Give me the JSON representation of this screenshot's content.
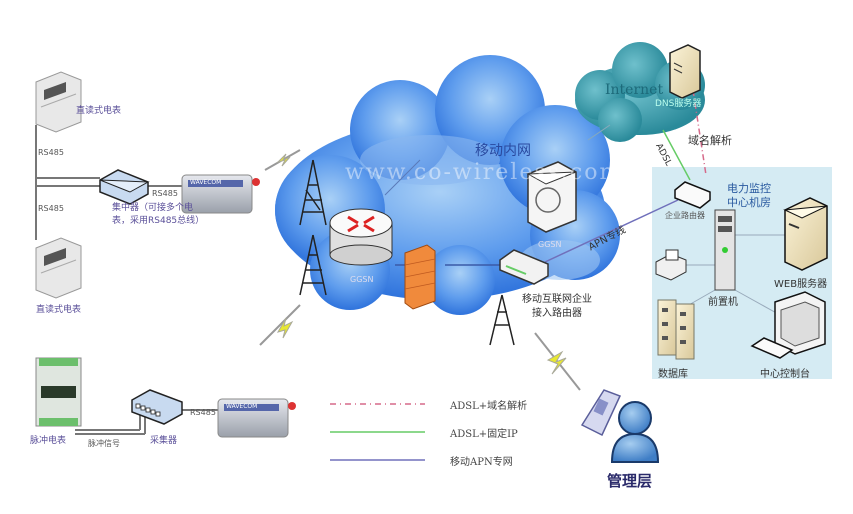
{
  "title": "远程电力抄表网络拓扑图",
  "labels": {
    "meter_top": "直读式电表",
    "meter_bottom": "直读式电表",
    "rs485_a": "RS485",
    "rs485_b": "RS485",
    "rs485_c": "RS485",
    "rs485_d": "RS485",
    "concentrator_line1": "集中器（可接多个电",
    "concentrator_line2": "表，采用RS485总线）",
    "pulse_meter": "脉冲电表",
    "pulse_signal": "脉冲信号",
    "collector": "采集器",
    "modem_brand": "WAVECOM",
    "mobile_intranet": "移动内网",
    "internet": "Internet",
    "dns_server": "DNS服务器",
    "domain_resolution": "域名解析",
    "adsl": "ADSL",
    "apn_line": "APN专线",
    "ggsn_left": "GGSN",
    "ggsn_right": "GGSN",
    "enterprise_router_line1": "移动互联网企业",
    "enterprise_router_line2": "接入路由器",
    "corp_router": "企业路由器",
    "control_room_line1": "电力监控",
    "control_room_line2": "中心机房",
    "front_end": "前置机",
    "web_server": "WEB服务器",
    "database": "数据库",
    "console": "中心控制台",
    "management": "管理层",
    "watermark": "www.co-wireless.com"
  },
  "legend": [
    {
      "label": "ADSL+域名解析",
      "color": "#d66a8a",
      "style": "dash-dot"
    },
    {
      "label": "ADSL+固定IP",
      "color": "#66cc66",
      "style": "solid"
    },
    {
      "label": "移动APN专网",
      "color": "#7070bb",
      "style": "solid"
    }
  ],
  "colors": {
    "cloud": "#4f8fe6",
    "cloud_light": "#9cc4f2",
    "internet_cloud": "#3a9aa8",
    "control_room_bg": "#d5ebf3",
    "firewall": "#f08a3c",
    "lightning": "#e8e830"
  }
}
